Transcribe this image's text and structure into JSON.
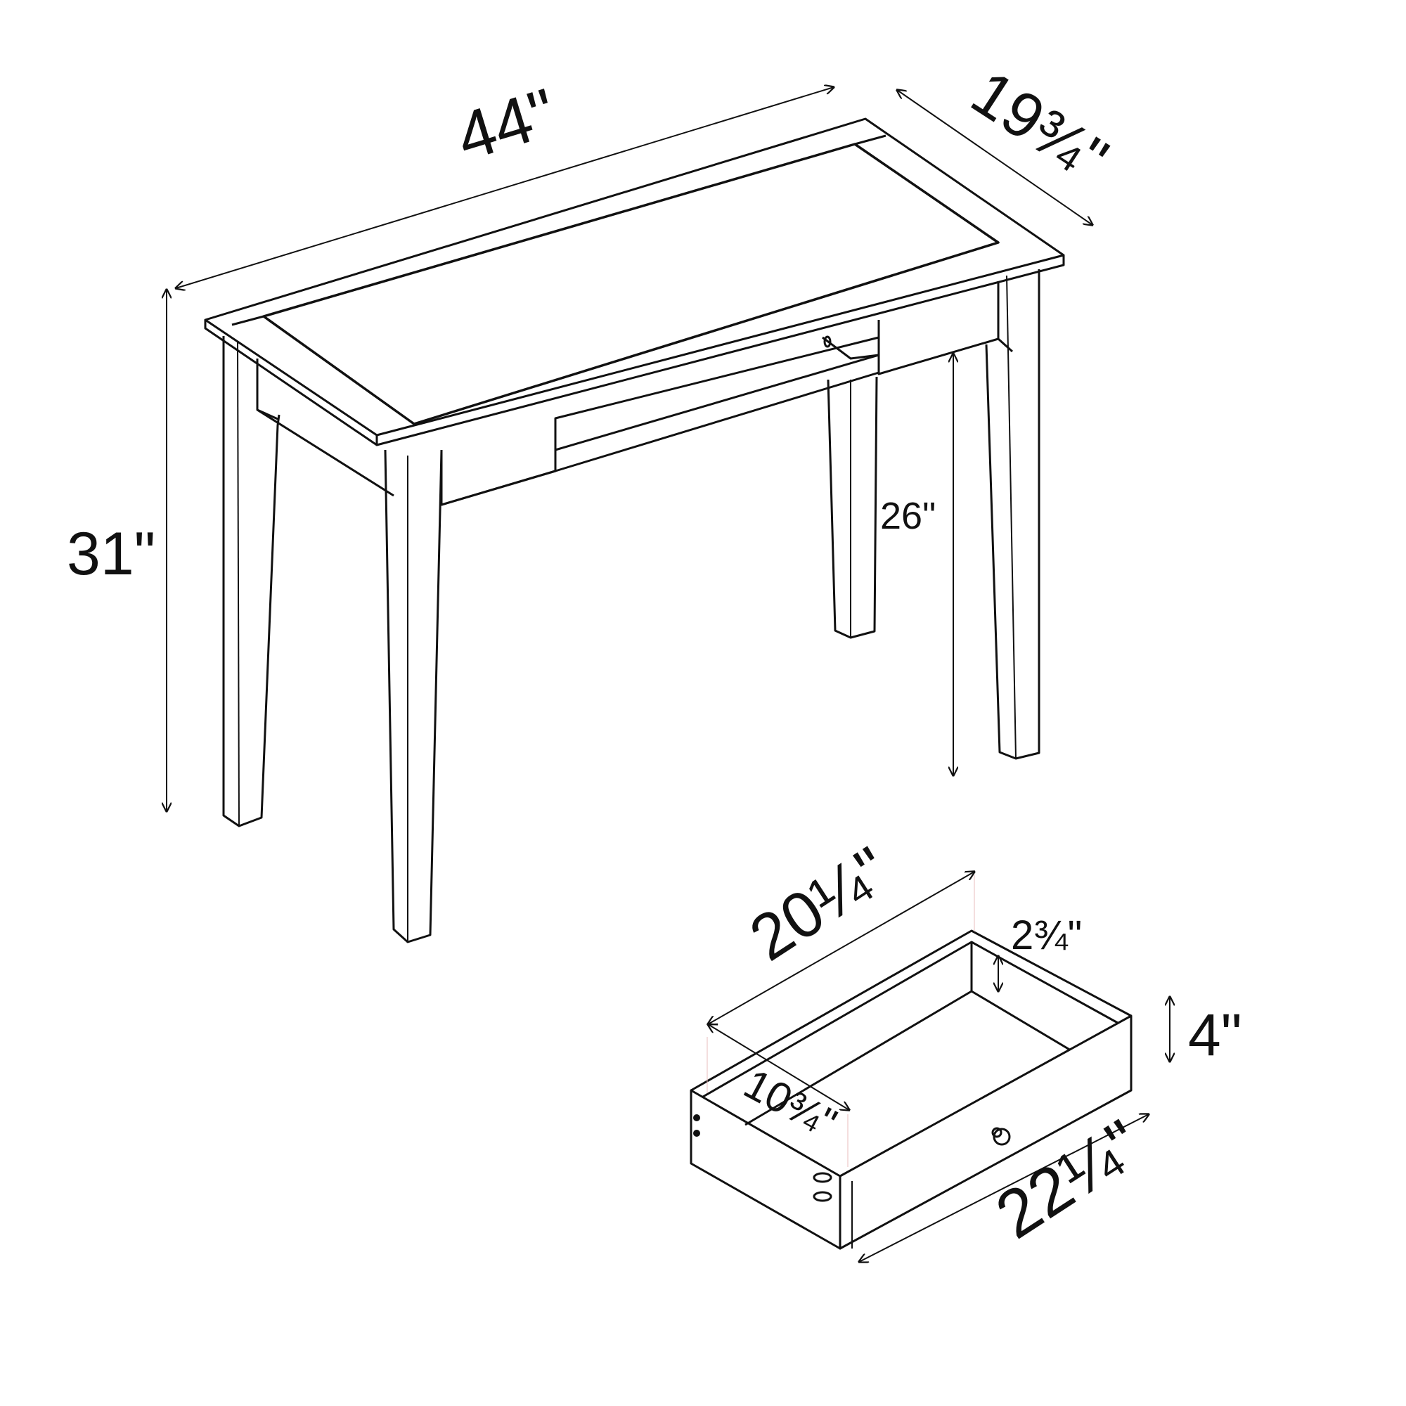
{
  "diagram": {
    "subject": "Writing desk with drawer - dimensions",
    "colors": {
      "line": "#111111",
      "background": "#ffffff"
    },
    "desk": {
      "width_label": "44\"",
      "depth_label": "19¾\"",
      "height_label": "31\"",
      "leg_clearance_label": "26\""
    },
    "drawer": {
      "inner_length_label": "20¼\"",
      "inner_depth_label": "2¾\"",
      "height_label": "4\"",
      "width_label": "10¾\"",
      "outer_length_label": "22¼\""
    }
  }
}
